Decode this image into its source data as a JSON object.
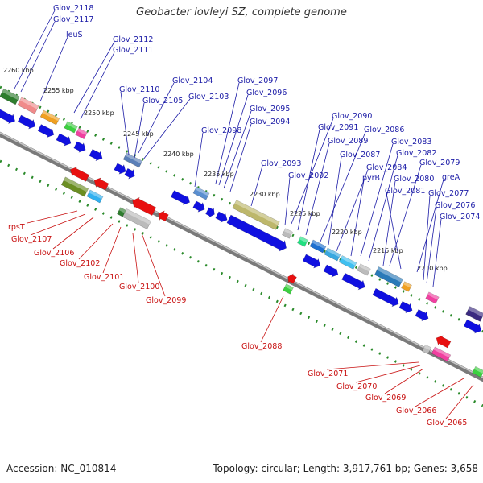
{
  "title": "Geobacter lovleyi SZ, complete genome",
  "footer": {
    "accession": "Accession: NC_010814",
    "summary": "Topology: circular; Length: 3,917,761 bp; Genes: 3,658"
  },
  "colors": {
    "backbone": "#8a8a8a",
    "tick": "#2a8a2a",
    "forward_label": "#1a1aa6",
    "reverse_label": "#c81010",
    "cds_blue": "#1010e0",
    "cds_red": "#e81010"
  },
  "kbp_markers": [
    "2260 kbp",
    "2255 kbp",
    "2250 kbp",
    "2245 kbp",
    "2240 kbp",
    "2235 kbp",
    "2230 kbp",
    "2225 kbp",
    "2220 kbp",
    "2215 kbp",
    "2210 kbp"
  ],
  "forward_labels": [
    "Glov_2118",
    "Glov_2117",
    "leuS",
    "Glov_2112",
    "Glov_2111",
    "Glov_2110",
    "Glov_2105",
    "Glov_2104",
    "Glov_2103",
    "Glov_2098",
    "Glov_2097",
    "Glov_2096",
    "Glov_2095",
    "Glov_2094",
    "Glov_2093",
    "Glov_2092",
    "Glov_2090",
    "Glov_2091",
    "Glov_2089",
    "Glov_2086",
    "Glov_2087",
    "Glov_2084",
    "pyrB",
    "Glov_2083",
    "Glov_2082",
    "Glov_2080",
    "Glov_2079",
    "Glov_2081",
    "greA",
    "Glov_2077",
    "Glov_2076",
    "Glov_2074"
  ],
  "reverse_labels": [
    "rpsT",
    "Glov_2107",
    "Glov_2106",
    "Glov_2102",
    "Glov_2101",
    "Glov_2100",
    "Glov_2099",
    "Glov_2088",
    "Glov_2071",
    "Glov_2070",
    "Glov_2069",
    "Glov_2066",
    "Glov_2065"
  ]
}
